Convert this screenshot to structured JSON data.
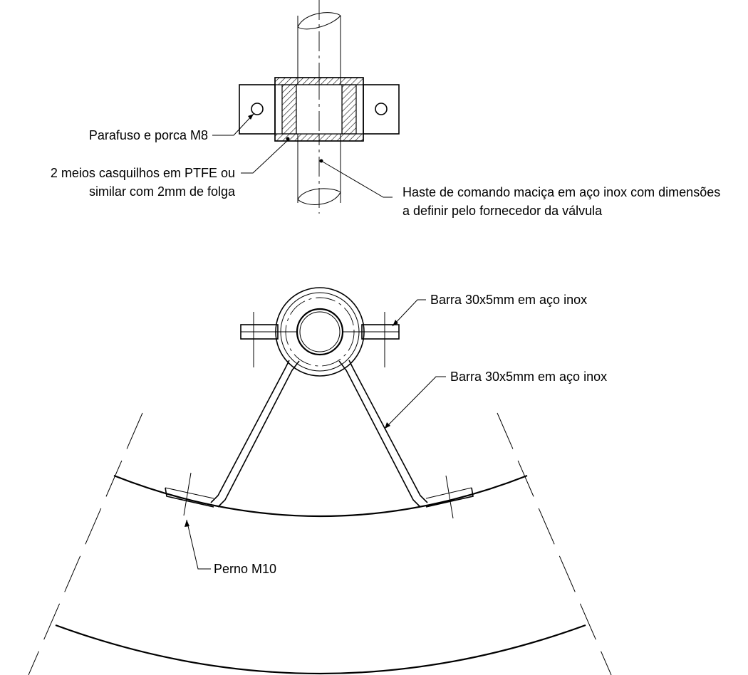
{
  "labels": {
    "bolt": "Parafuso e porca M8",
    "bushing_line1": "2 meios casquilhos em PTFE ou",
    "bushing_line2": "similar com 2mm de folga",
    "stem_line1": "Haste de comando maciça em aço inox com dimensões",
    "stem_line2": "a definir pelo fornecedor da válvula",
    "bar_top": "Barra 30x5mm em aço inox",
    "bar_side": "Barra 30x5mm em aço inox",
    "anchor": "Perno M10"
  },
  "colors": {
    "line": "#000000",
    "background": "#ffffff"
  }
}
